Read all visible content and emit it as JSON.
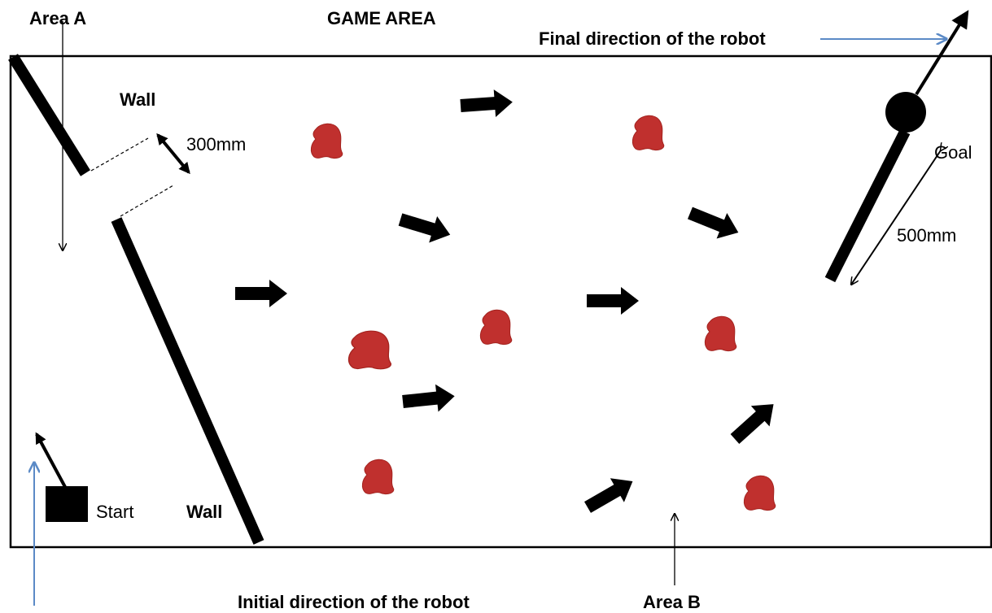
{
  "labels": {
    "area_a": "Area A",
    "game_area": "GAME AREA",
    "final_direction": "Final direction of the robot",
    "wall_top": "Wall",
    "distance_300": "300mm",
    "goal": "Goal",
    "distance_500": "500mm",
    "start": "Start",
    "wall_bottom": "Wall",
    "initial_direction": "Initial direction of the robot",
    "area_b": "Area B"
  },
  "colors": {
    "wall": "#000000",
    "obstacle": "#c0302e",
    "obstacle_highlight": "#e05a55",
    "pointer_blue": "#5b8ac6",
    "border": "#000000"
  },
  "icons": {
    "obstacle": "red-blob-icon",
    "path_arrow": "block-arrow-icon",
    "robot_goal": "black-circle-icon",
    "robot_start": "black-square-icon"
  }
}
